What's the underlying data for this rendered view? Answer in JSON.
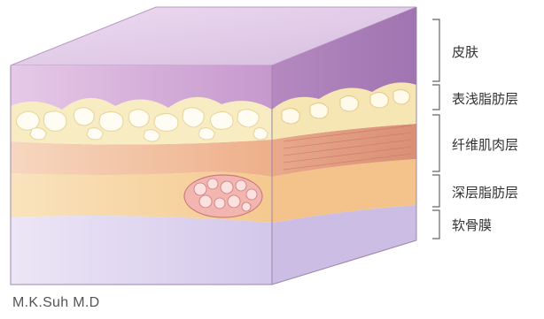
{
  "diagram": {
    "layers": [
      {
        "label": "皮肤",
        "color": "#c9a3d3"
      },
      {
        "label": "表浅脂肪层",
        "color": "#f7ecc0"
      },
      {
        "label": "纤维肌肉层",
        "color": "#efbb94"
      },
      {
        "label": "深层脂肪层",
        "color": "#f7cf9c"
      },
      {
        "label": "软骨膜",
        "color": "#ddd0ec"
      }
    ],
    "credit": "M.K.Suh  M.D"
  }
}
